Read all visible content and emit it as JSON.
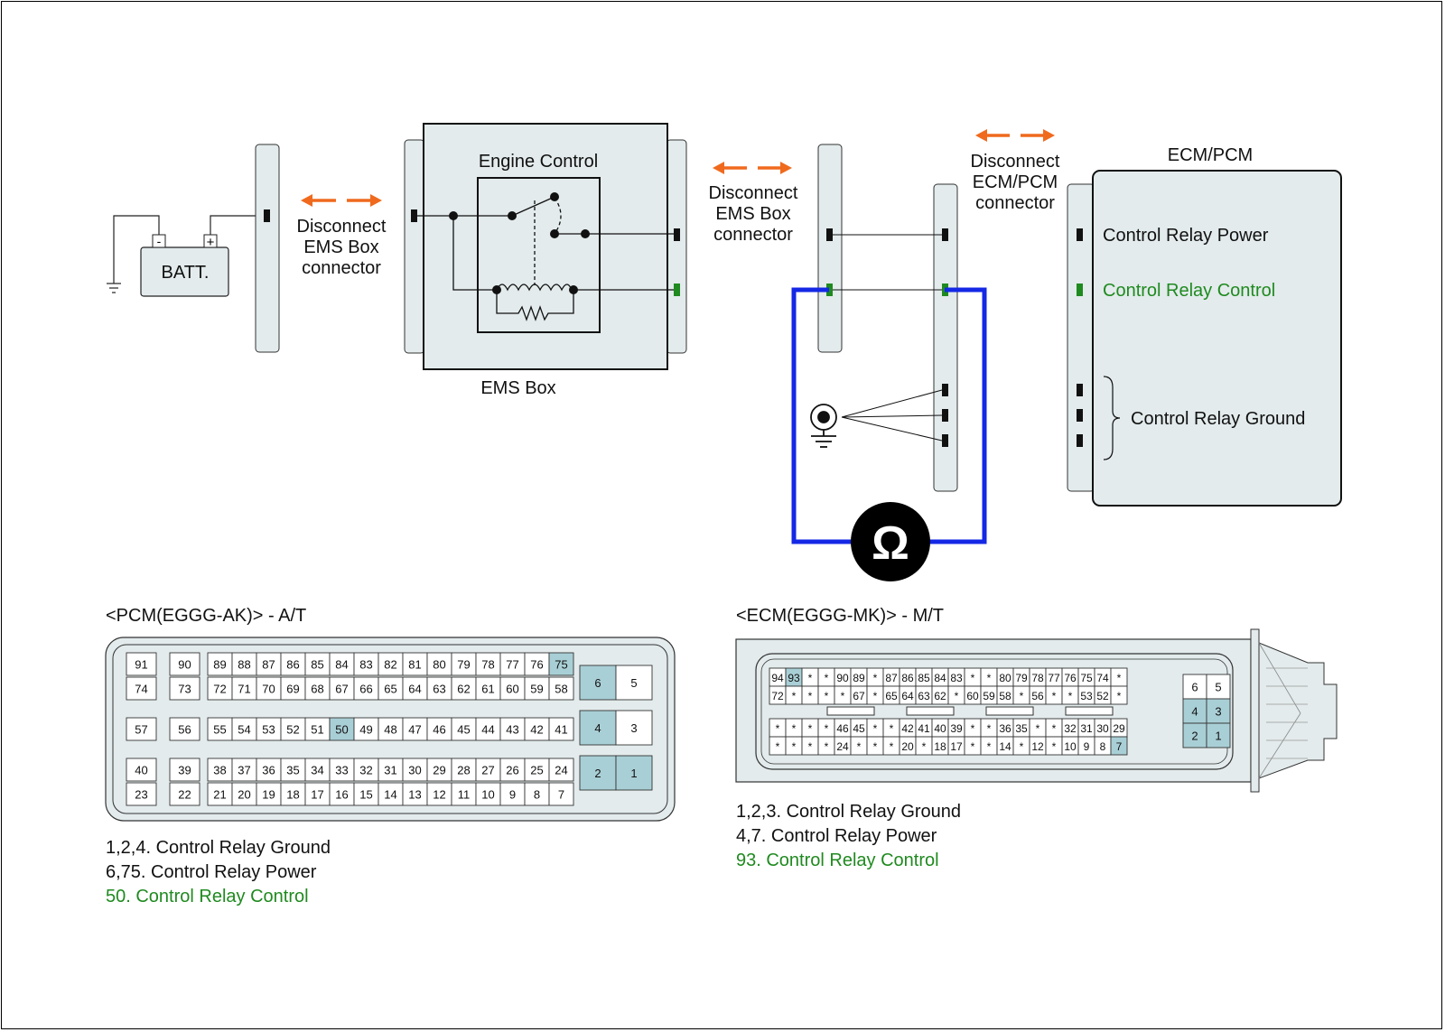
{
  "labels": {
    "batt": "BATT.",
    "batt_neg": "-",
    "batt_pos": "+",
    "disconnect_ems_1": [
      "Disconnect",
      "EMS Box",
      "connector"
    ],
    "disconnect_ems_2": [
      "Disconnect",
      "EMS Box",
      "connector"
    ],
    "disconnect_ecm": [
      "Disconnect",
      "ECM/PCM",
      "connector"
    ],
    "engine_control": "Engine Control",
    "ems_box": "EMS Box",
    "ecm_pcm": "ECM/PCM",
    "control_relay_power": "Control Relay Power",
    "control_relay_control": "Control Relay Control",
    "control_relay_ground": "Control Relay Ground",
    "ohm": "Ω"
  },
  "pcm": {
    "title": "<PCM(EGGG-AK)> - A/T",
    "rows": [
      [
        "91",
        "90",
        "89",
        "88",
        "87",
        "86",
        "85",
        "84",
        "83",
        "82",
        "81",
        "80",
        "79",
        "78",
        "77",
        "76",
        "75"
      ],
      [
        "74",
        "73",
        "72",
        "71",
        "70",
        "69",
        "68",
        "67",
        "66",
        "65",
        "64",
        "63",
        "62",
        "61",
        "60",
        "59",
        "58"
      ],
      [
        "57",
        "56",
        "55",
        "54",
        "53",
        "52",
        "51",
        "50",
        "49",
        "48",
        "47",
        "46",
        "45",
        "44",
        "43",
        "42",
        "41"
      ],
      [
        "40",
        "39",
        "38",
        "37",
        "36",
        "35",
        "34",
        "33",
        "32",
        "31",
        "30",
        "29",
        "28",
        "27",
        "26",
        "25",
        "24"
      ],
      [
        "23",
        "22",
        "21",
        "20",
        "19",
        "18",
        "17",
        "16",
        "15",
        "14",
        "13",
        "12",
        "11",
        "10",
        "9",
        "8",
        "7"
      ]
    ],
    "big_pins": [
      [
        "6",
        "5"
      ],
      [
        "4",
        "3"
      ],
      [
        "2",
        "1"
      ]
    ],
    "highlight": [
      "75",
      "50",
      "6",
      "4",
      "2",
      "1"
    ],
    "legend": [
      "1,2,4. Control Relay Ground",
      "6,75. Control Relay Power",
      "50. Control Relay Control"
    ]
  },
  "ecm": {
    "title": "<ECM(EGGG-MK)> - M/T",
    "rows": [
      [
        "94",
        "93",
        "*",
        "*",
        "90",
        "89",
        "*",
        "87",
        "86",
        "85",
        "84",
        "83",
        "*",
        "*",
        "80",
        "79",
        "78",
        "77",
        "76",
        "75",
        "74",
        "*"
      ],
      [
        "72",
        "*",
        "*",
        "*",
        "*",
        "67",
        "*",
        "65",
        "64",
        "63",
        "62",
        "*",
        "60",
        "59",
        "58",
        "*",
        "56",
        "*",
        "*",
        "53",
        "52",
        "*"
      ],
      [
        "*",
        "*",
        "*",
        "*",
        "46",
        "45",
        "*",
        "*",
        "42",
        "41",
        "40",
        "39",
        "*",
        "*",
        "36",
        "35",
        "*",
        "*",
        "32",
        "31",
        "30",
        "29"
      ],
      [
        "*",
        "*",
        "*",
        "*",
        "24",
        "*",
        "*",
        "*",
        "20",
        "*",
        "18",
        "17",
        "*",
        "*",
        "14",
        "*",
        "12",
        "*",
        "10",
        "9",
        "8",
        "7"
      ]
    ],
    "big_pins": [
      [
        "6",
        "5"
      ],
      [
        "4",
        "3"
      ],
      [
        "2",
        "1"
      ]
    ],
    "highlight": [
      "93",
      "7",
      "4",
      "3",
      "2",
      "1"
    ],
    "legend": [
      "1,2,3. Control Relay Ground",
      "4,7. Control Relay Power",
      "93. Control Relay Control"
    ]
  },
  "colors": {
    "panel": "#e3ebec",
    "pin_highlight": "#a9cfd6",
    "arrow": "#f06a1e",
    "meter_wire": "#1428e6",
    "signal_green": "#1f8a1f"
  }
}
